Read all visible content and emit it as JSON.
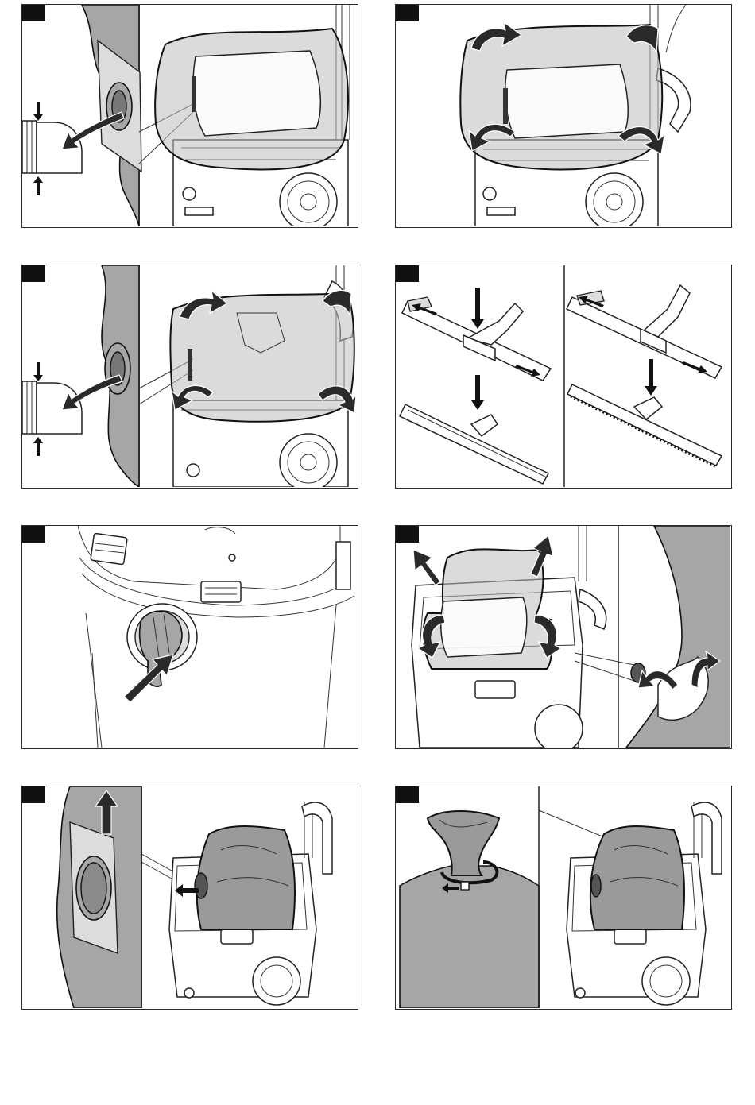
{
  "page": {
    "background": "#ffffff"
  },
  "panels": [
    {
      "id": "fig-1",
      "tag_color": "#111111",
      "content": "attach-bag-flange-to-inlet"
    },
    {
      "id": "fig-2",
      "tag_color": "#111111",
      "content": "fold-bag-over-container-rim"
    },
    {
      "id": "fig-3",
      "tag_color": "#111111",
      "content": "attach-bag-flange-to-inlet-variant"
    },
    {
      "id": "fig-4",
      "tag_color": "#111111",
      "content": "floor-nozzle-insert-change"
    },
    {
      "id": "fig-5",
      "tag_color": "#111111",
      "content": "close-inlet-cap"
    },
    {
      "id": "fig-6",
      "tag_color": "#111111",
      "content": "remove-bag-and-seal-flange"
    },
    {
      "id": "fig-7",
      "tag_color": "#111111",
      "content": "pull-bag-flange-off-inlet"
    },
    {
      "id": "fig-8",
      "tag_color": "#111111",
      "content": "close-bag-with-drawstring"
    }
  ],
  "icons": [
    "curved-arrow-icon",
    "straight-arrow-icon",
    "bag-flange-icon",
    "hose-elbow-icon",
    "floor-nozzle-icon",
    "vacuum-cleaner-icon"
  ]
}
